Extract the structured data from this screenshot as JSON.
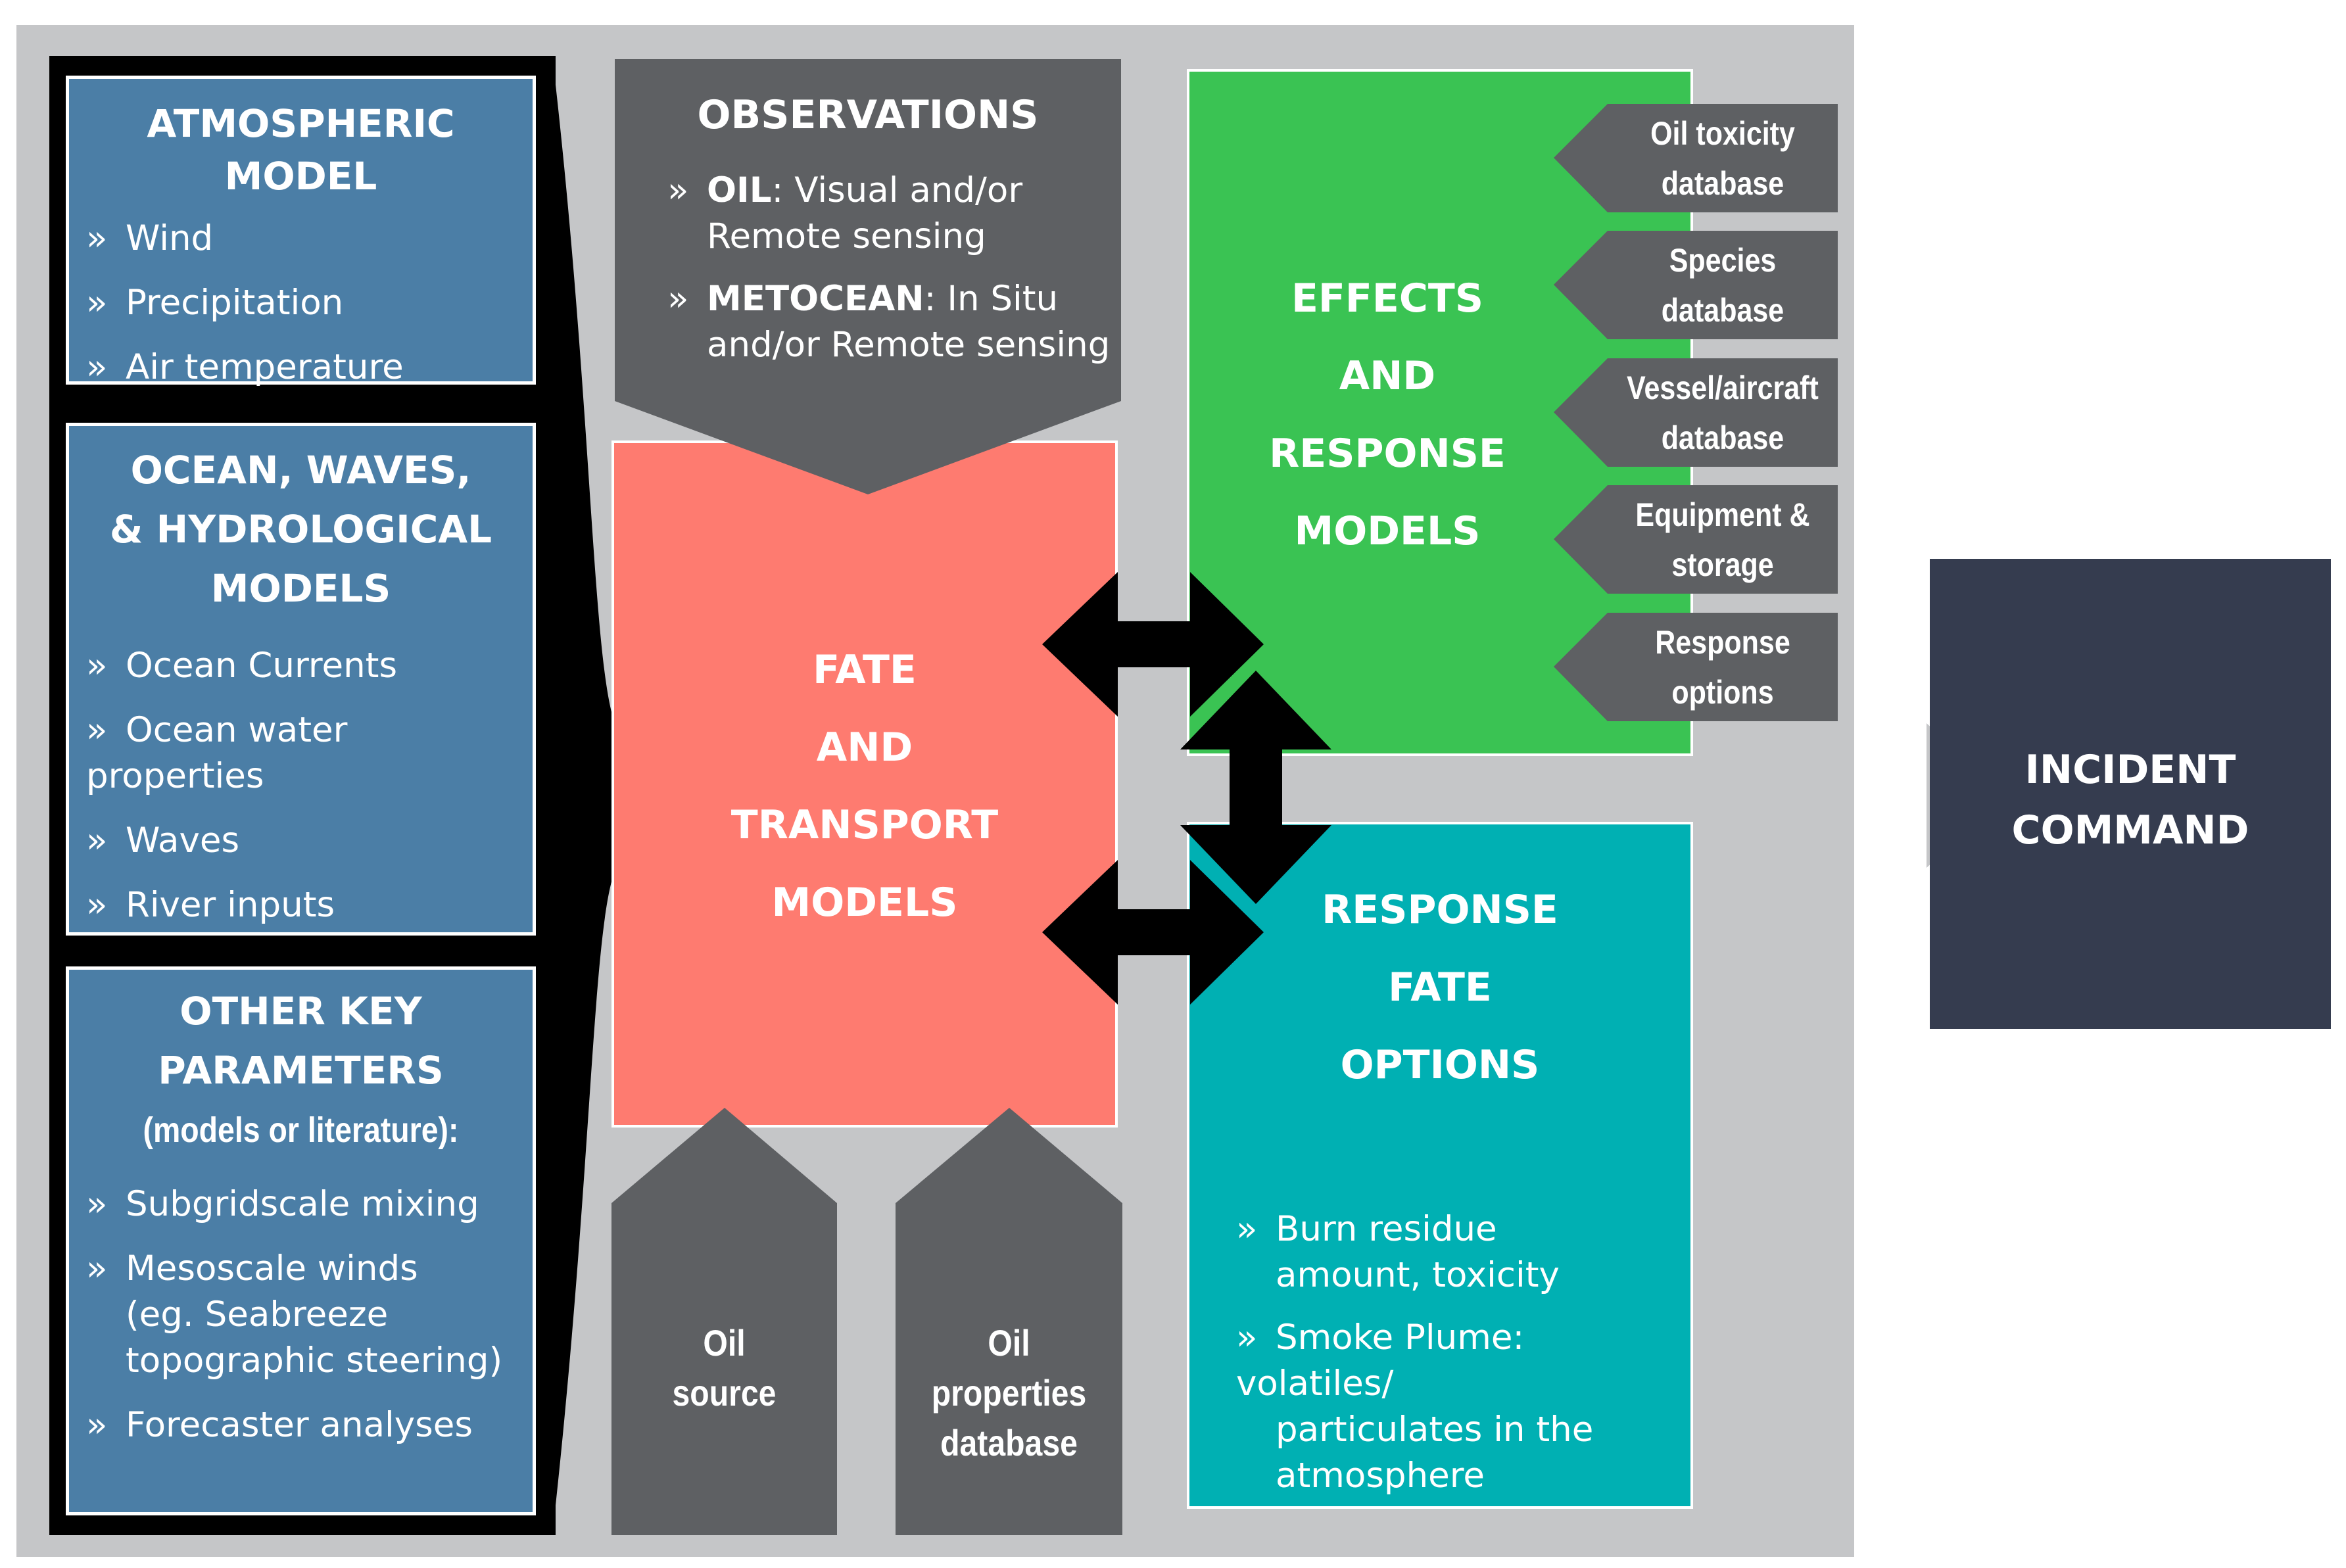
{
  "atmospheric": {
    "title": "ATMOSPHERIC MODEL",
    "items": [
      "Wind",
      "Precipitation",
      "Air temperature"
    ]
  },
  "ocean": {
    "title_lines": [
      "OCEAN, WAVES,",
      "& HYDROLOGICAL",
      "MODELS"
    ],
    "items": [
      "Ocean Currents",
      "Ocean water properties",
      "Waves",
      "River inputs"
    ]
  },
  "other": {
    "title_lines": [
      "OTHER KEY",
      "PARAMETERS"
    ],
    "subtitle": "(models or literature):",
    "items": [
      [
        "Subgridscale mixing"
      ],
      [
        "Mesoscale winds",
        "(eg. Seabreeze",
        "topographic steering)"
      ],
      [
        "Forecaster analyses"
      ]
    ]
  },
  "observations": {
    "title": "OBSERVATIONS",
    "item1": {
      "bold": "OIL",
      "rest1": ": Visual and/or",
      "rest2": "Remote sensing"
    },
    "item2": {
      "bold": "METOCEAN",
      "rest1": ": In Situ",
      "rest2": "and/or Remote sensing"
    }
  },
  "fate": {
    "lines": [
      "FATE",
      "AND",
      "TRANSPORT",
      "MODELS"
    ]
  },
  "effects": {
    "lines": [
      "EFFECTS",
      "AND",
      "RESPONSE",
      "MODELS"
    ]
  },
  "tags": [
    [
      "Oil toxicity",
      "database"
    ],
    [
      "Species",
      "database"
    ],
    [
      "Vessel/aircraft",
      "database"
    ],
    [
      "Equipment &",
      "storage"
    ],
    [
      "Response",
      "options"
    ]
  ],
  "response_fate": {
    "lines": [
      "RESPONSE",
      "FATE",
      "OPTIONS"
    ],
    "items": [
      [
        "Burn residue",
        "amount, toxicity"
      ],
      [
        "Smoke Plume: volatiles/",
        "particulates in the",
        "atmosphere"
      ]
    ]
  },
  "inputs": {
    "oil_source": [
      "Oil",
      "source"
    ],
    "oil_properties": [
      "Oil properties",
      "database"
    ]
  },
  "incident": {
    "lines": [
      "INCIDENT",
      "COMMAND"
    ]
  },
  "bullet_glyph": "»",
  "colors": {
    "background_panel": "#c5c6c8",
    "blue_box": "#4b7ea6",
    "dark_gray": "#5e6063",
    "salmon": "#fe7b70",
    "green": "#3ac353",
    "teal": "#00b0b3",
    "navy": "#353c4f",
    "black": "#000000"
  }
}
